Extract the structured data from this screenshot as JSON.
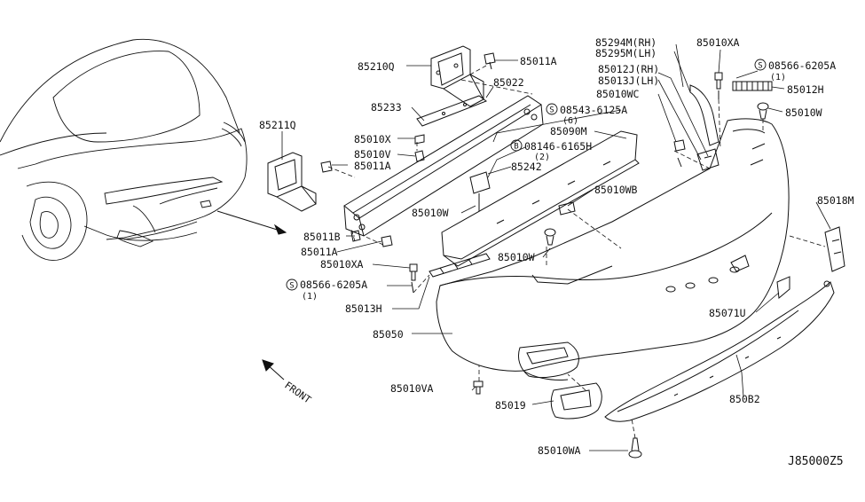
{
  "diagram_id": "J85000Z5",
  "front_label": "FRONT",
  "part_labels": {
    "p85210Q": "85210Q",
    "p85011A_top": "85011A",
    "p85022": "85022",
    "p85233": "85233",
    "p85211Q": "85211Q",
    "p85010X": "85010X",
    "p85010V": "85010V",
    "p85011A_mid": "85011A",
    "p85011B": "85011B",
    "p85011A_low": "85011A",
    "p85010XA_left": "85010XA",
    "p08566_left": "08566-6205A",
    "p08566_left_qty": "(1)",
    "p85013H": "85013H",
    "p85294M": "85294M(RH)",
    "p85295M": "85295M(LH)",
    "p85010XA_right": "85010XA",
    "p08566_right": "08566-6205A",
    "p08566_right_qty": "(1)",
    "p85012J": "85012J(RH)",
    "p85013J": "85013J(LH)",
    "p85012H": "85012H",
    "p85010WC": "85010WC",
    "p85010W_right": "85010W",
    "p08543": "08543-6125A",
    "p08543_qty": "(6)",
    "p85090M": "85090M",
    "p08146": "08146-6165H",
    "p08146_qty": "(2)",
    "p85242": "85242",
    "p85010W_mid": "85010W",
    "p85010WB": "85010WB",
    "p85010W_low": "85010W",
    "p85018M": "85018M",
    "p85071U": "85071U",
    "p85050": "85050",
    "p85010VA": "85010VA",
    "p85019": "85019",
    "p850B2": "850B2",
    "p85010WA": "85010WA"
  },
  "circle_marks": {
    "s_left": "S",
    "s_right": "S",
    "s_08543": "S",
    "b_08146": "B"
  }
}
